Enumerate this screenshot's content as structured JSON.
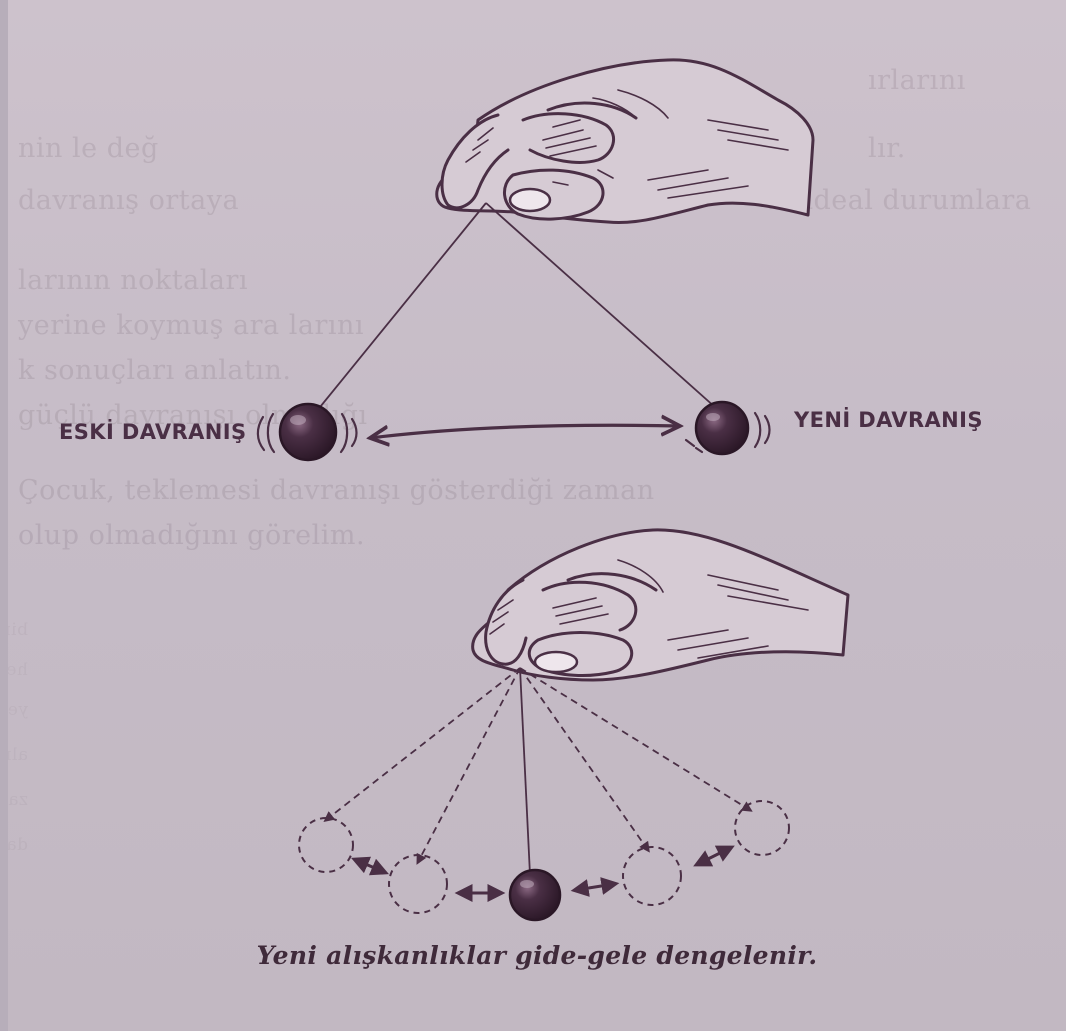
{
  "labels": {
    "old_behavior": "ESKİ DAVRANIŞ",
    "new_behavior": "YENİ DAVRANIŞ"
  },
  "caption": "Yeni alışkanlıklar gide-gele dengelenir.",
  "colors": {
    "paper": "#c8bdc8",
    "ink": "#4a2f45",
    "caption_ink": "#3f2a3a"
  }
}
